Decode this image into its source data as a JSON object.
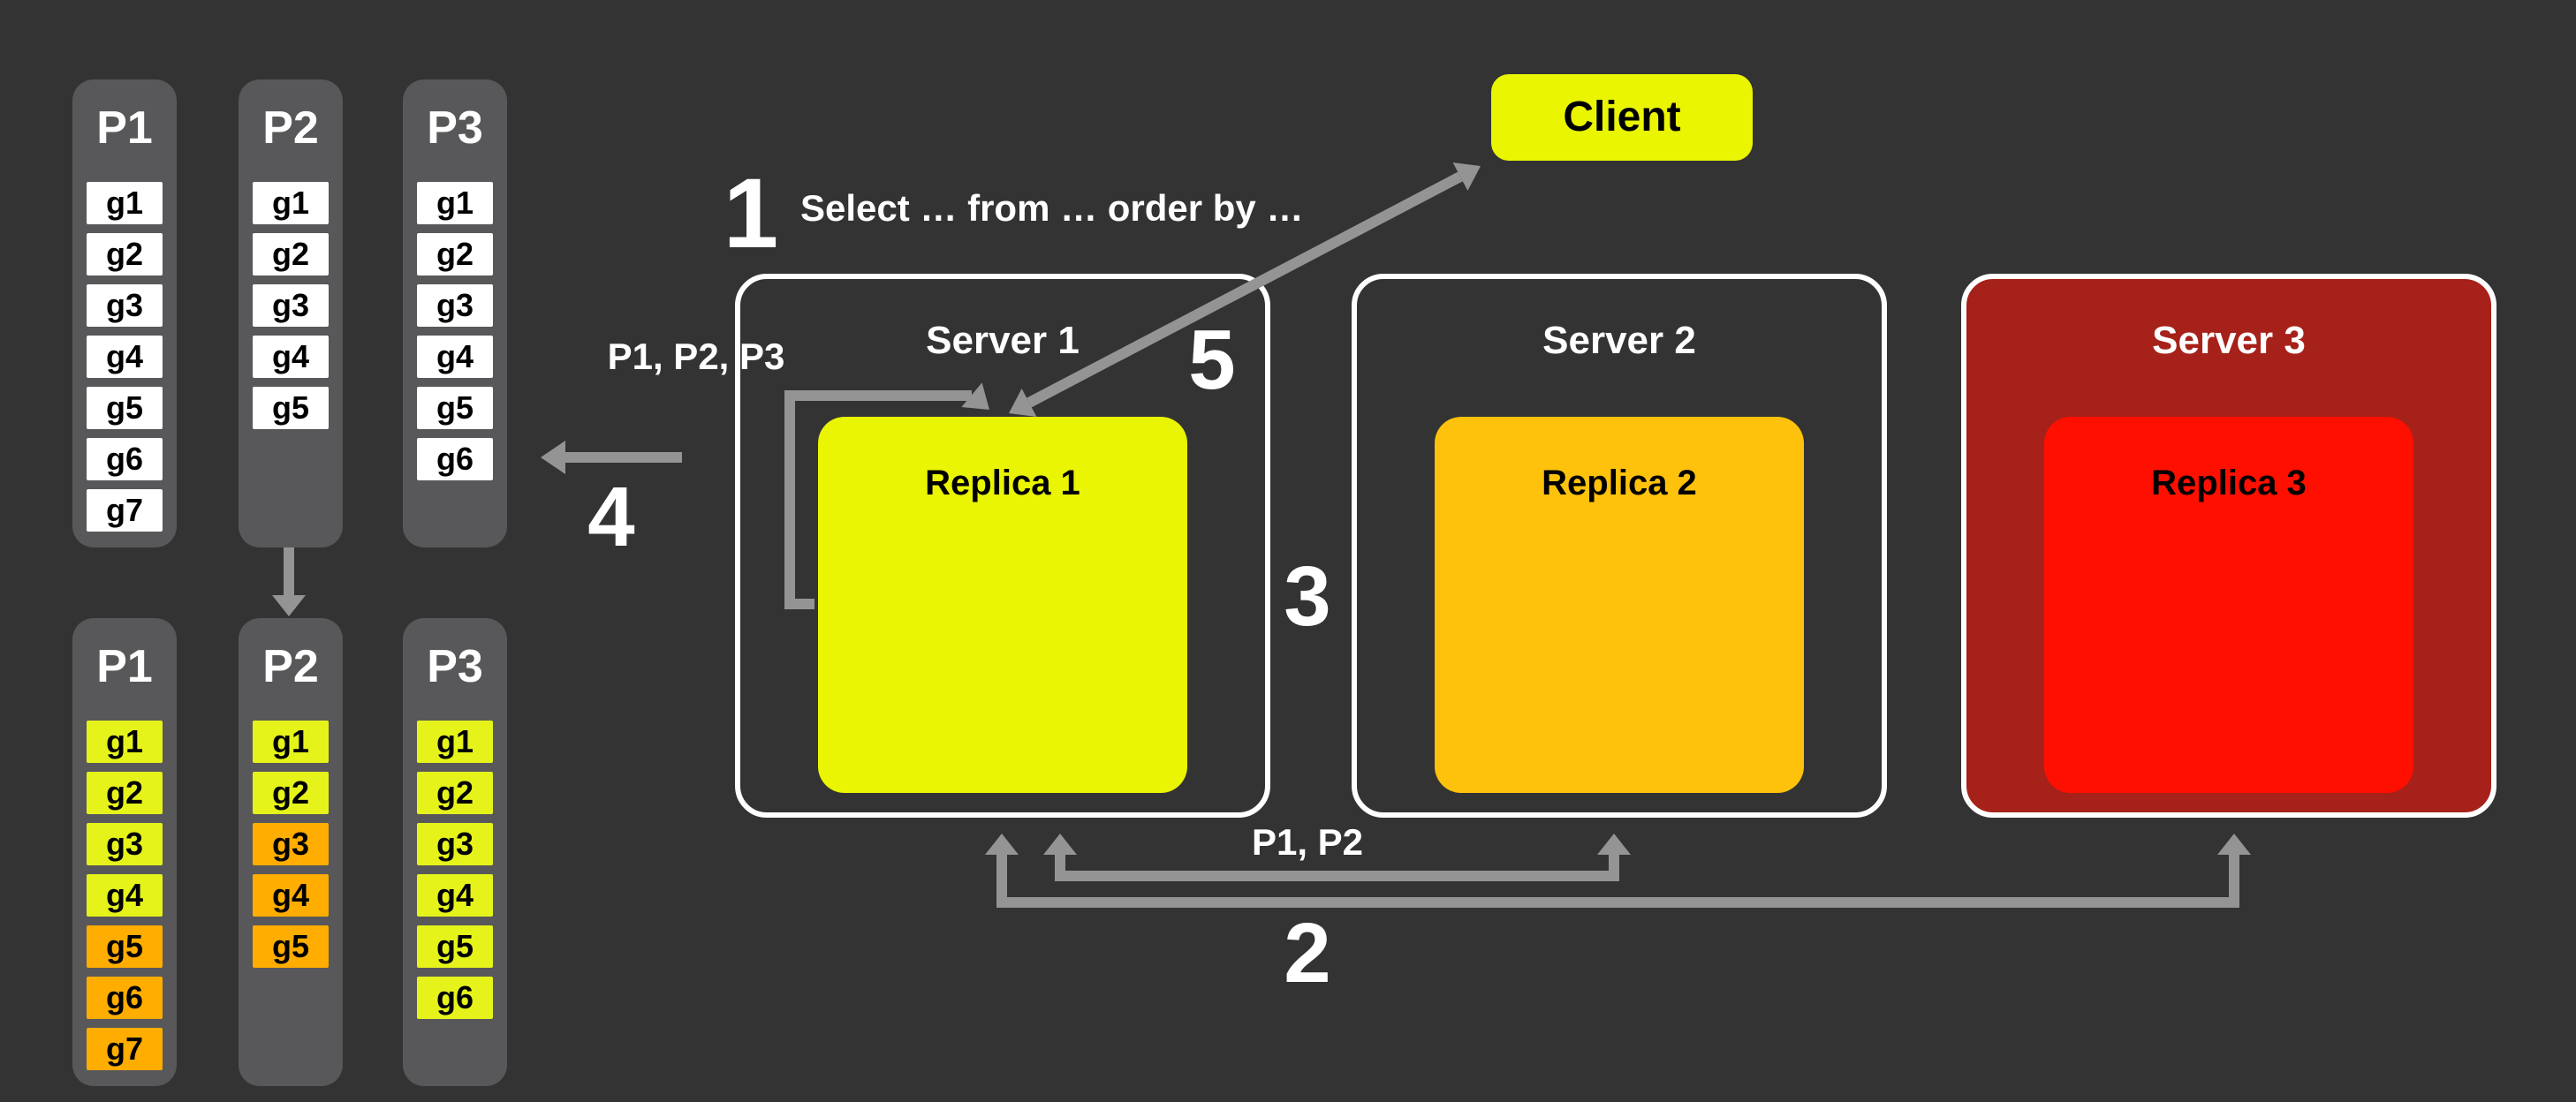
{
  "canvas": {
    "background": "#333333",
    "panel_gray": "#58585A",
    "arrow_color": "#949494"
  },
  "cell_colors": {
    "white": "#FFFFFF",
    "yellow": "#E5F31B",
    "orange": "#FFAD00"
  },
  "partitions_before": [
    {
      "title": "P1",
      "cells": [
        {
          "label": "g1",
          "tone": "white"
        },
        {
          "label": "g2",
          "tone": "white"
        },
        {
          "label": "g3",
          "tone": "white"
        },
        {
          "label": "g4",
          "tone": "white"
        },
        {
          "label": "g5",
          "tone": "white"
        },
        {
          "label": "g6",
          "tone": "white"
        },
        {
          "label": "g7",
          "tone": "white"
        }
      ]
    },
    {
      "title": "P2",
      "cells": [
        {
          "label": "g1",
          "tone": "white"
        },
        {
          "label": "g2",
          "tone": "white"
        },
        {
          "label": "g3",
          "tone": "white"
        },
        {
          "label": "g4",
          "tone": "white"
        },
        {
          "label": "g5",
          "tone": "white"
        }
      ]
    },
    {
      "title": "P3",
      "cells": [
        {
          "label": "g1",
          "tone": "white"
        },
        {
          "label": "g2",
          "tone": "white"
        },
        {
          "label": "g3",
          "tone": "white"
        },
        {
          "label": "g4",
          "tone": "white"
        },
        {
          "label": "g5",
          "tone": "white"
        },
        {
          "label": "g6",
          "tone": "white"
        }
      ]
    }
  ],
  "partitions_after": [
    {
      "title": "P1",
      "cells": [
        {
          "label": "g1",
          "tone": "yellow"
        },
        {
          "label": "g2",
          "tone": "yellow"
        },
        {
          "label": "g3",
          "tone": "yellow"
        },
        {
          "label": "g4",
          "tone": "yellow"
        },
        {
          "label": "g5",
          "tone": "orange"
        },
        {
          "label": "g6",
          "tone": "orange"
        },
        {
          "label": "g7",
          "tone": "orange"
        }
      ]
    },
    {
      "title": "P2",
      "cells": [
        {
          "label": "g1",
          "tone": "yellow"
        },
        {
          "label": "g2",
          "tone": "yellow"
        },
        {
          "label": "g3",
          "tone": "orange"
        },
        {
          "label": "g4",
          "tone": "orange"
        },
        {
          "label": "g5",
          "tone": "orange"
        }
      ]
    },
    {
      "title": "P3",
      "cells": [
        {
          "label": "g1",
          "tone": "yellow"
        },
        {
          "label": "g2",
          "tone": "yellow"
        },
        {
          "label": "g3",
          "tone": "yellow"
        },
        {
          "label": "g4",
          "tone": "yellow"
        },
        {
          "label": "g5",
          "tone": "yellow"
        },
        {
          "label": "g6",
          "tone": "yellow"
        }
      ]
    }
  ],
  "client": {
    "label": "Client",
    "background": "#EAF502"
  },
  "servers": [
    {
      "title": "Server 1",
      "background": "transparent",
      "replica": {
        "label": "Replica 1",
        "background": "#E9F502"
      }
    },
    {
      "title": "Server 2",
      "background": "transparent",
      "replica": {
        "label": "Replica 2",
        "background": "#FEC20C"
      }
    },
    {
      "title": "Server 3",
      "background": "#A62119",
      "replica": {
        "label": "Replica 3",
        "background": "#FF0F00"
      }
    }
  ],
  "steps": {
    "one": "1",
    "two": "2",
    "three": "3",
    "four": "4",
    "five": "5"
  },
  "annotations": {
    "query_text": "Select … from … order by …",
    "partitions_scanned": "P1, P2, P3",
    "partitions_returned": "P1, P2"
  }
}
